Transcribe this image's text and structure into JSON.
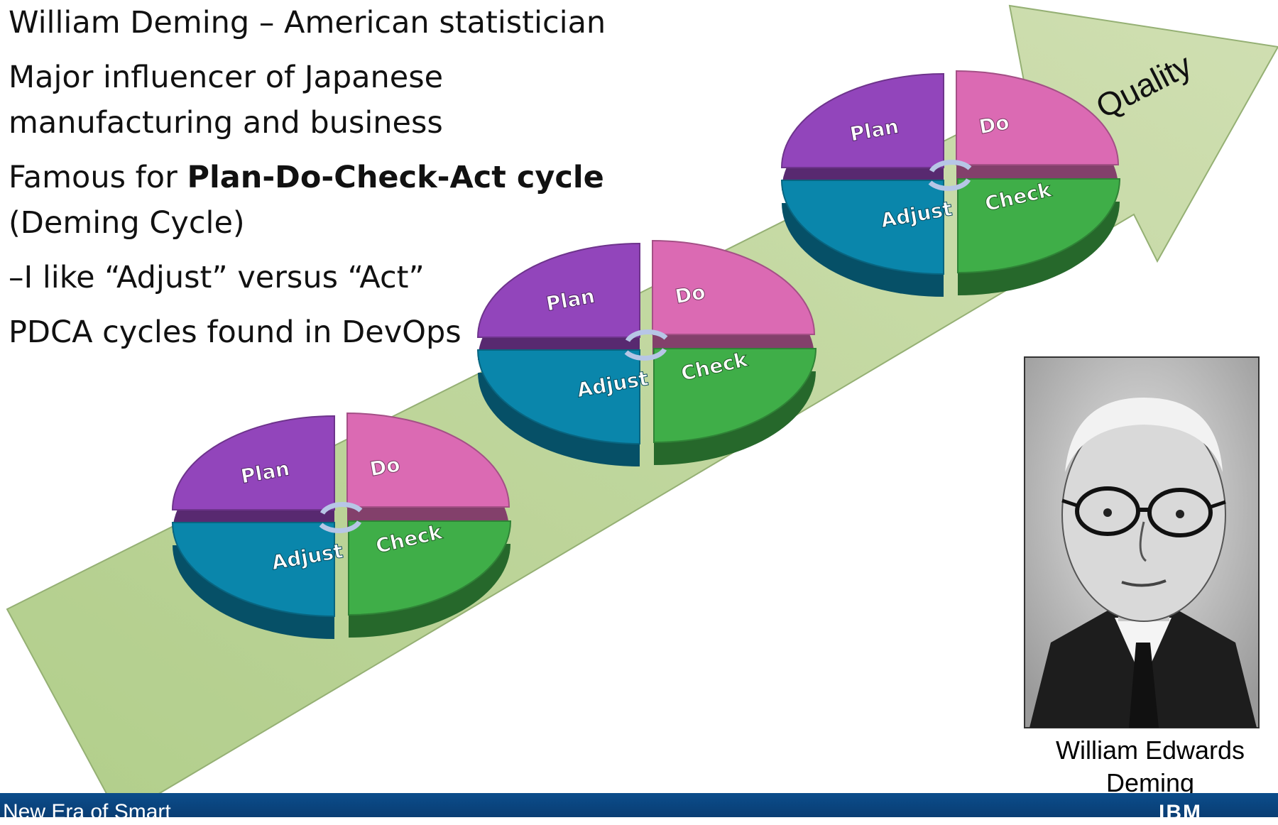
{
  "bullets": [
    {
      "text": "William Deming – American statistician"
    },
    {
      "lines": [
        "Major influencer of Japanese",
        "manufacturing and business"
      ]
    },
    {
      "before": "Famous for ",
      "bold": "Plan-Do-Check-Act cycle",
      "after": "(Deming Cycle)"
    },
    {
      "text": "–I like “Adjust” versus “Act”"
    },
    {
      "text": "PDCA cycles found in DevOps"
    }
  ],
  "arrow": {
    "label": "Quality",
    "color": "#b8cf8e"
  },
  "cycles": [
    {
      "labels": [
        "Plan",
        "Do",
        "Check",
        "Adjust"
      ]
    },
    {
      "labels": [
        "Plan",
        "Do",
        "Check",
        "Adjust"
      ]
    },
    {
      "labels": [
        "Plan",
        "Do",
        "Check",
        "Adjust"
      ]
    }
  ],
  "colors": {
    "plan": "#9245bb",
    "do": "#db6ab3",
    "check": "#3fae48",
    "adjust": "#0a86ab"
  },
  "portrait": {
    "caption_line1": "William Edwards",
    "caption_line2": "Deming"
  },
  "footer": {
    "tagline": "New Era of Smart",
    "logo": "IBM"
  }
}
